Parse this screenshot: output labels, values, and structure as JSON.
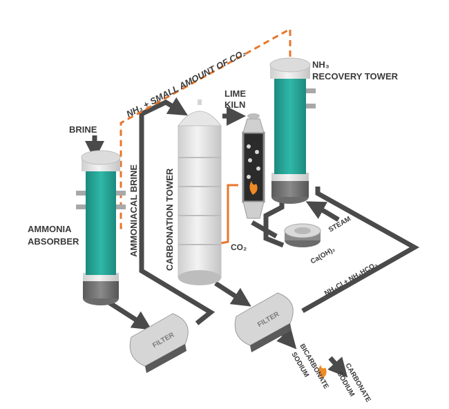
{
  "labels": {
    "brine": "BRINE",
    "ammonia_absorber_line1": "AMMONIA",
    "ammonia_absorber_line2": "ABSORBER",
    "ammoniacal_brine": "AMMONIACAL BRINE",
    "carbonation_tower": "CARBONATION TOWER",
    "lime_kiln_line1": "LIME",
    "lime_kiln_line2": "KILN",
    "co2": "CO₂",
    "nh3_small_co2": "NH₃ + SMALL AMOUNT OF CO₂",
    "nh3_recovery_line1": "NH₃",
    "nh3_recovery_line2": "RECOVERY TOWER",
    "steam": "STEAM",
    "caoh2": "Ca(OH)₂",
    "filter_left": "FILTER",
    "filter_right": "FILTER",
    "nh4cl_nh4hco3": "NH₄Cl + NH₄HCO₃",
    "sodium_bicarbonate_line1": "SODIUM",
    "sodium_bicarbonate_line2": "BICARBONATE",
    "sodium_carbonate_line1": "SODIUM",
    "sodium_carbonate_line2": "CARBONATE"
  },
  "colors": {
    "pipe": "#4a4a4a",
    "dashed_line": "#e8762b",
    "teal": "#26a89a",
    "teal_dark": "#1c8a7e",
    "grey_light": "#e4e4e4",
    "grey_mid": "#b5b5b5",
    "grey_dark": "#6b6b6b",
    "text": "#3a3a3a",
    "flame": "#f08a24"
  },
  "icons": [
    "flame-icon",
    "arrow-icon"
  ]
}
